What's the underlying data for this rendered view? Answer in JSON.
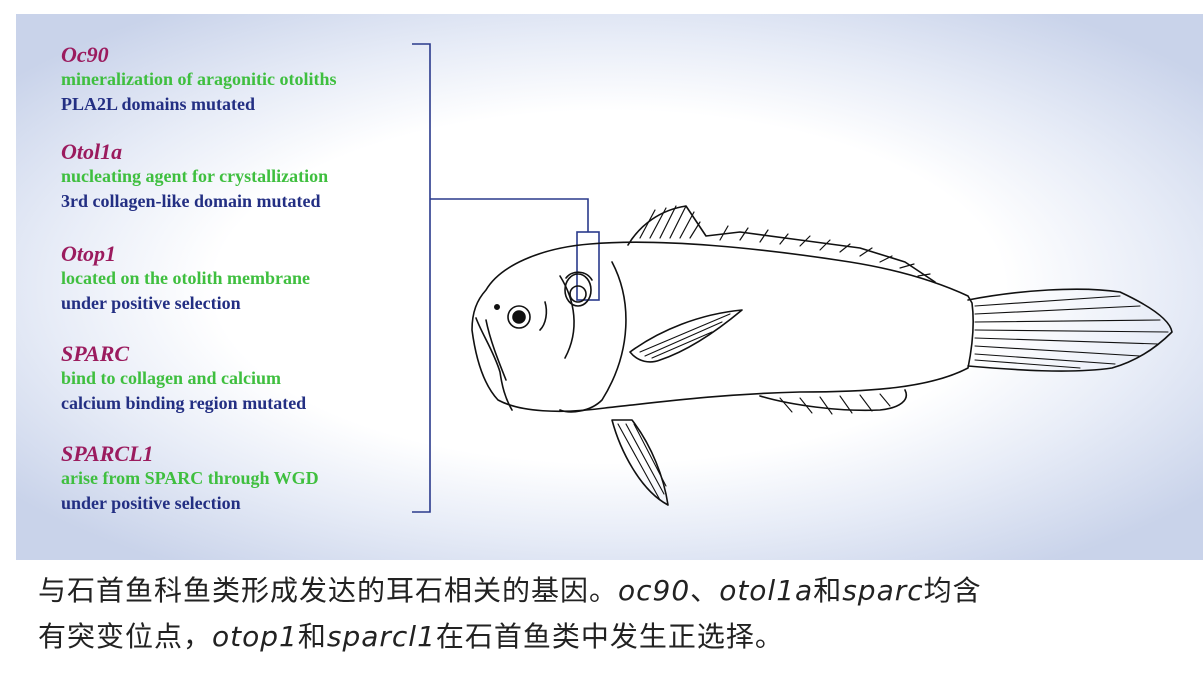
{
  "colors": {
    "gene_name": "#9b1b5e",
    "function_text": "#3fbf3f",
    "mutation_text": "#232f83",
    "bracket": "#2a3a8c"
  },
  "genes": [
    {
      "name": "Oc90",
      "function": "mineralization of aragonitic otoliths",
      "note": "PLA2L domains mutated"
    },
    {
      "name": "Otol1a",
      "function": "nucleating agent for crystallization",
      "note": "3rd collagen-like domain mutated"
    },
    {
      "name": "Otop1",
      "function": "located on the otolith membrane",
      "note": "under positive selection"
    },
    {
      "name": "SPARC",
      "function": "bind to collagen and calcium",
      "note": "calcium binding region mutated"
    },
    {
      "name": "SPARCL1",
      "function": "arise from SPARC through WGD",
      "note": "under positive selection"
    }
  ],
  "caption": {
    "line1_part1": "与石首鱼科鱼类形成发达的耳石相关的基因。",
    "gene_a": "oc90",
    "sep1": "、",
    "gene_b": "otol1a",
    "and1": "和",
    "gene_c": "sparc",
    "line1_part2": "均含",
    "line2_part1": "有突变位点，",
    "gene_d": "otop1",
    "and2": "和",
    "gene_e": "sparcl1",
    "line2_part2": "在石首鱼类中发生正选择。"
  }
}
